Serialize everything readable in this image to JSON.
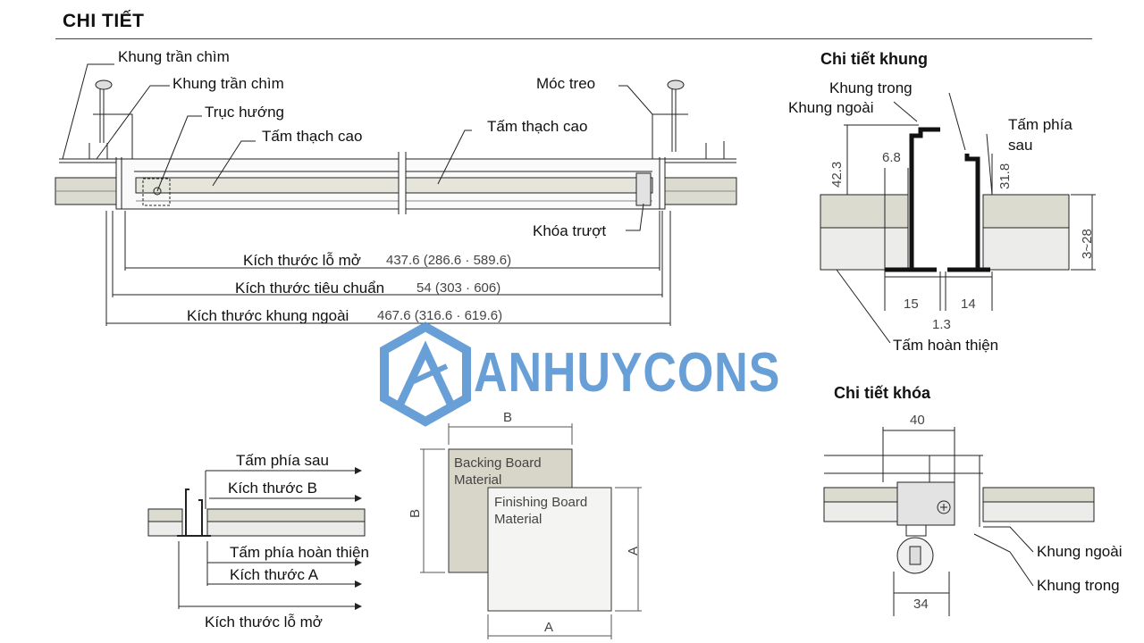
{
  "title": "CHI TIẾT",
  "watermark": "ANHUYCONS",
  "colors": {
    "board": "#dcdbd0",
    "board_light": "#ececea",
    "backing_card": "#d8d6c9",
    "finishing_card": "#f4f4f2",
    "logo_blue": "#4f8fd1",
    "line": "#222222"
  },
  "main_section": {
    "labels": {
      "khung_tran_chim_1": "Khung trần chìm",
      "khung_tran_chim_2": "Khung trần chìm",
      "truc_huong": "Trục hướng",
      "tam_thach_cao_left": "Tấm thạch cao",
      "tam_thach_cao_right": "Tấm thạch cao",
      "moc_treo": "Móc treo",
      "khoa_truot": "Khóa trượt"
    },
    "dimensions": [
      {
        "label": "Kích thước lỗ mở",
        "value": "437.6 (286.6 · 589.6)"
      },
      {
        "label": "Kích thước tiêu chuẩn",
        "value": "54 (303 · 606)"
      },
      {
        "label": "Kích thước khung ngoài",
        "value": "467.6 (316.6 · 619.6)"
      }
    ]
  },
  "frame_detail": {
    "heading": "Chi tiết khung",
    "khung_trong": "Khung trong",
    "khung_ngoai": "Khung ngoài",
    "tam_phia_sau": "Tấm phía sau",
    "tam_hoan_thien": "Tấm hoàn thiện",
    "dims": {
      "d1": "42.3",
      "d2": "6.8",
      "d3": "31.8",
      "d4": "3~28",
      "d5": "15",
      "d6": "14",
      "d7": "1.3"
    }
  },
  "lock_detail": {
    "heading": "Chi tiết khóa",
    "khung_ngoai": "Khung ngoài",
    "khung_trong": "Khung trong",
    "dims": {
      "top": "40",
      "bottom": "34"
    }
  },
  "small_section": {
    "tam_phia_sau": "Tấm phía sau",
    "kich_thuoc_b": "Kích thước B",
    "tam_phia_hoan_thien": "Tấm phía hoàn thiện",
    "kich_thuoc_a": "Kích thước A",
    "kich_thuoc_lo_mo": "Kích thước lỗ mở"
  },
  "cards": {
    "backing": "Backing Board Material",
    "finishing": "Finishing Board Material",
    "dim_b_top": "B",
    "dim_b_side": "B",
    "dim_a_side": "A",
    "dim_a_bottom": "A"
  }
}
